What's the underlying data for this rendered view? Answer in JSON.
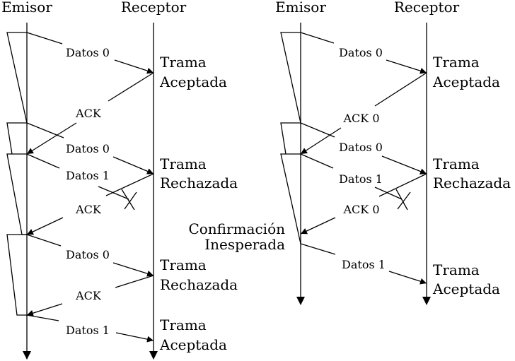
{
  "diagrams": [
    {
      "name": "stop-and-wait-without-ack-numbers",
      "sender_label": "Emisor",
      "receiver_label": "Receptor",
      "messages": [
        {
          "label": "Datos 0",
          "direction": "to-receiver"
        },
        {
          "label": "ACK",
          "direction": "to-sender"
        },
        {
          "label": "Datos 0",
          "direction": "to-receiver"
        },
        {
          "label": "Datos 1",
          "direction": "to-receiver",
          "lost": true
        },
        {
          "label": "ACK",
          "direction": "to-sender"
        },
        {
          "label": "Datos 0",
          "direction": "to-receiver"
        },
        {
          "label": "ACK",
          "direction": "to-sender"
        },
        {
          "label": "Datos 1",
          "direction": "to-receiver"
        }
      ],
      "receiver_states": [
        {
          "line1": "Trama",
          "line2": "Aceptada"
        },
        {
          "line1": "Trama",
          "line2": "Rechazada"
        },
        {
          "line1": "Trama",
          "line2": "Rechazada"
        },
        {
          "line1": "Trama",
          "line2": "Aceptada"
        }
      ]
    },
    {
      "name": "stop-and-wait-with-ack-numbers",
      "sender_label": "Emisor",
      "receiver_label": "Receptor",
      "messages": [
        {
          "label": "Datos 0",
          "direction": "to-receiver"
        },
        {
          "label": "ACK 0",
          "direction": "to-sender"
        },
        {
          "label": "Datos 0",
          "direction": "to-receiver"
        },
        {
          "label": "Datos 1",
          "direction": "to-receiver",
          "lost": true
        },
        {
          "label": "ACK 0",
          "direction": "to-sender"
        },
        {
          "label": "Datos 1",
          "direction": "to-receiver"
        }
      ],
      "receiver_states": [
        {
          "line1": "Trama",
          "line2": "Aceptada"
        },
        {
          "line1": "Trama",
          "line2": "Rechazada"
        },
        {
          "line1": "Trama",
          "line2": "Aceptada"
        }
      ],
      "sender_note": {
        "line1": "Confirmación",
        "line2": "Inesperada"
      }
    }
  ]
}
